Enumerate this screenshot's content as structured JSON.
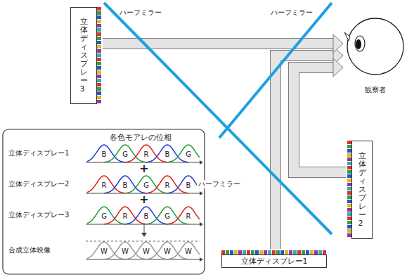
{
  "diagram": {
    "nodes": [
      {
        "text": [
          "立体ディスプレー3"
        ]
      },
      {
        "text": [
          "観察者"
        ]
      },
      {
        "text": [
          "立体ディスプレー2"
        ]
      },
      {
        "text": [
          "立体ディスプレー1"
        ]
      }
    ],
    "edges": [
      {
        "from": 0,
        "to": 1,
        "arrow": "to"
      },
      {
        "from": 2,
        "to": 1,
        "arrow": "to"
      },
      {
        "from": 3,
        "to": 1,
        "arrow": "to"
      }
    ],
    "labels": [
      "ハーフミラー",
      "ハーフミラー",
      "ハーフミラー",
      "各色モアレの位相",
      "立体ディスプレー1",
      "B",
      "G",
      "R",
      "B",
      "G",
      "+",
      "立体ディスプレー2",
      "R",
      "B",
      "G",
      "R",
      "B",
      "+",
      "立体ディスプレー3",
      "G",
      "R",
      "B",
      "G",
      "R",
      "合成立体映像",
      "W",
      "W",
      "W",
      "W",
      "W"
    ]
  }
}
